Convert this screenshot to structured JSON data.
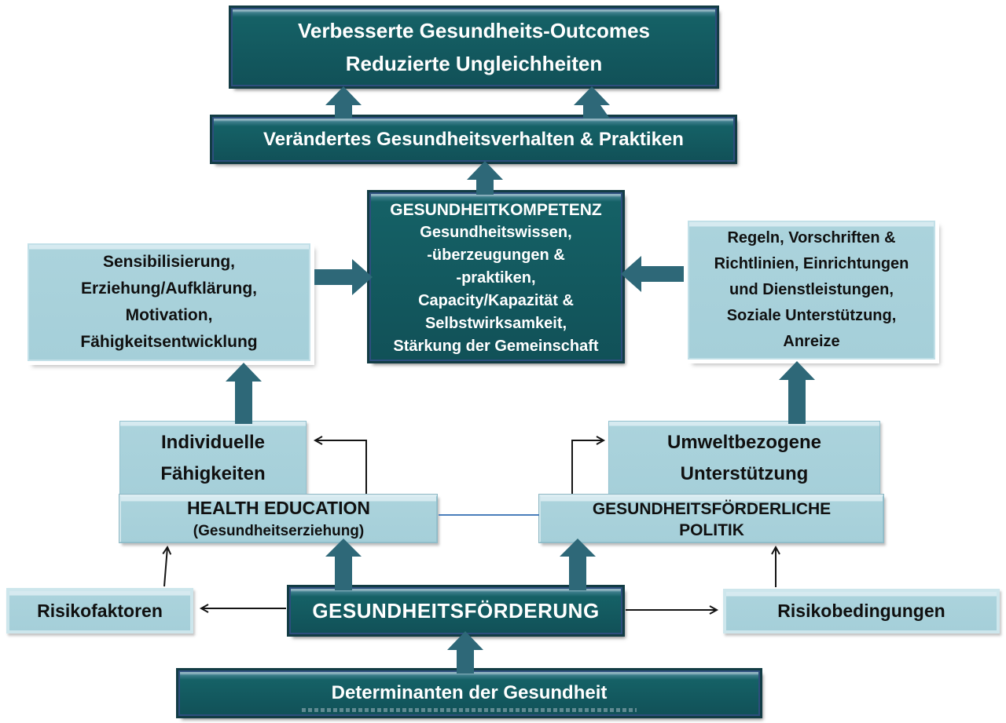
{
  "colors": {
    "dark_box_fill": "#156166",
    "dark_box_border": "#2e4f7e",
    "dark_box_rim": "#123c44",
    "light_box_fill": "#abd3dc",
    "light_box_top": "#d6eaf0",
    "thick_arrow": "#2e6878",
    "thin_arrow": "#141414",
    "blue_connector": "#4a7ebb",
    "background": "#ffffff"
  },
  "nodes": {
    "outcomes": {
      "line1": "Verbesserte Gesundheits-Outcomes",
      "line2": "Reduzierte Ungleichheiten"
    },
    "behavior": {
      "line1": "Verändertes Gesundheitsverhalten & Praktiken"
    },
    "competence": {
      "title": "GESUNDHEITKOMPETENZ",
      "line1": "Gesundheitswissen,",
      "line2": "-überzeugungen &",
      "line3": "-praktiken,",
      "line4": "Capacity/Kapazität &",
      "line5": "Selbstwirksamkeit,",
      "line6": "Stärkung der Gemeinschaft"
    },
    "awareness": {
      "line1": "Sensibilisierung,",
      "line2": "Erziehung/Aufklärung,",
      "line3": "Motivation,",
      "line4": "Fähigkeitsentwicklung"
    },
    "rules": {
      "line1": "Regeln, Vorschriften &",
      "line2": "Richtlinien, Einrichtungen",
      "line3": "und Dienstleistungen,",
      "line4": "Soziale Unterstützung,",
      "line5": "Anreize"
    },
    "individual_abilities": {
      "line1": "Individuelle",
      "line2": "Fähigkeiten"
    },
    "environmental_support": {
      "line1": "Umweltbezogene",
      "line2": "Unterstützung"
    },
    "health_education": {
      "line1": "HEALTH EDUCATION",
      "line2": "(Gesundheitserziehung)"
    },
    "health_policy": {
      "line1": "GESUNDHEITSFÖRDERLICHE",
      "line2": "POLITIK"
    },
    "risk_factors": {
      "line1": "Risikofaktoren"
    },
    "health_promotion": {
      "line1": "GESUNDHEITSFÖRDERUNG"
    },
    "risk_conditions": {
      "line1": "Risikobedingungen"
    },
    "determinants": {
      "line1": "Determinanten der Gesundheit"
    }
  },
  "edges": [
    {
      "from": "behavior",
      "to": "outcomes",
      "style": "thick-up",
      "count": 2
    },
    {
      "from": "competence",
      "to": "behavior",
      "style": "thick-up"
    },
    {
      "from": "awareness",
      "to": "competence",
      "style": "thick-right"
    },
    {
      "from": "rules",
      "to": "competence",
      "style": "thick-left"
    },
    {
      "from": "individual_abilities",
      "to": "awareness",
      "style": "thick-up"
    },
    {
      "from": "environmental_support",
      "to": "rules",
      "style": "thick-up"
    },
    {
      "from": "health_promotion",
      "to": "health_education",
      "style": "thick-up"
    },
    {
      "from": "health_promotion",
      "to": "health_policy",
      "style": "thick-up"
    },
    {
      "from": "determinants",
      "to": "health_promotion",
      "style": "thick-up"
    },
    {
      "from": "health_education",
      "to": "individual_abilities",
      "style": "thin-bent"
    },
    {
      "from": "health_policy",
      "to": "environmental_support",
      "style": "thin-bent"
    },
    {
      "from": "risk_factors",
      "to": "health_education",
      "style": "thin-up"
    },
    {
      "from": "risk_conditions",
      "to": "health_policy",
      "style": "thin-up"
    },
    {
      "from": "health_promotion",
      "to": "risk_factors",
      "style": "thin-left"
    },
    {
      "from": "health_promotion",
      "to": "risk_conditions",
      "style": "thin-right"
    },
    {
      "from": "health_education",
      "to": "health_policy",
      "style": "blue-line"
    }
  ]
}
